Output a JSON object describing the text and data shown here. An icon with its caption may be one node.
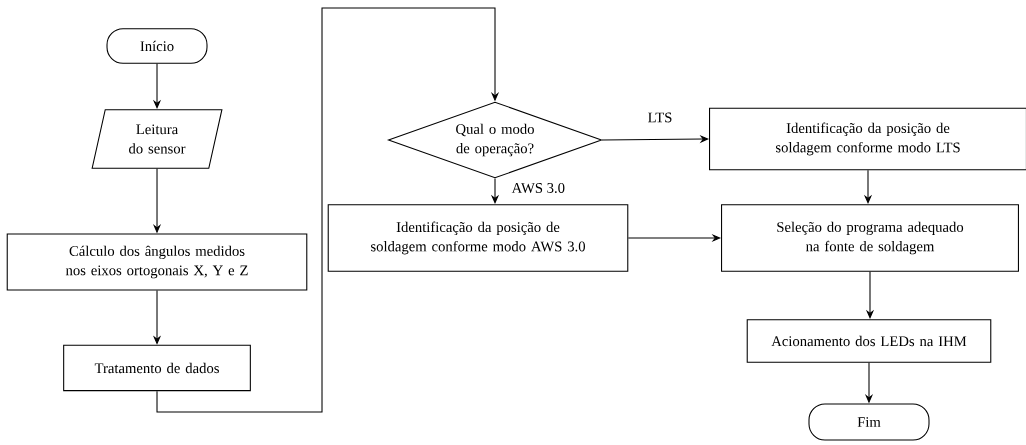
{
  "diagram": {
    "nodes": [
      {
        "text": [
          "Início"
        ]
      },
      {
        "text": [
          "Leitura do sensor"
        ]
      },
      {
        "text": [
          "Cálculo dos ângulos medidos nos eixos ortogonais X, Y e Z"
        ]
      },
      {
        "text": [
          "Tratamento de dados"
        ]
      },
      {
        "text": [
          "Qual o modo de operação?"
        ]
      },
      {
        "text": [
          "Identificação da posição de soldagem conforme modo LTS"
        ]
      },
      {
        "text": [
          "Identificação da posição de soldagem conforme modo AWS 3.0"
        ]
      },
      {
        "text": [
          "Seleção do programa adequado na fonte de soldagem"
        ]
      },
      {
        "text": [
          "Acionamento dos LEDs na IHM"
        ]
      },
      {
        "text": [
          "Fim"
        ]
      }
    ],
    "edges": [
      {
        "from": 0,
        "to": 1,
        "arrow": "to"
      },
      {
        "from": 1,
        "to": 2,
        "arrow": "to"
      },
      {
        "from": 2,
        "to": 3,
        "arrow": "to"
      },
      {
        "from": 3,
        "to": 4,
        "arrow": "to"
      },
      {
        "from": 4,
        "to": 5,
        "arrow": "to",
        "label": "LTS"
      },
      {
        "from": 4,
        "to": 6,
        "arrow": "to",
        "label": "AWS 3.0"
      },
      {
        "from": 5,
        "to": 7,
        "arrow": "to"
      },
      {
        "from": 6,
        "to": 7,
        "arrow": "to"
      },
      {
        "from": 7,
        "to": 8,
        "arrow": "to"
      },
      {
        "from": 8,
        "to": 9,
        "arrow": "to"
      }
    ]
  }
}
